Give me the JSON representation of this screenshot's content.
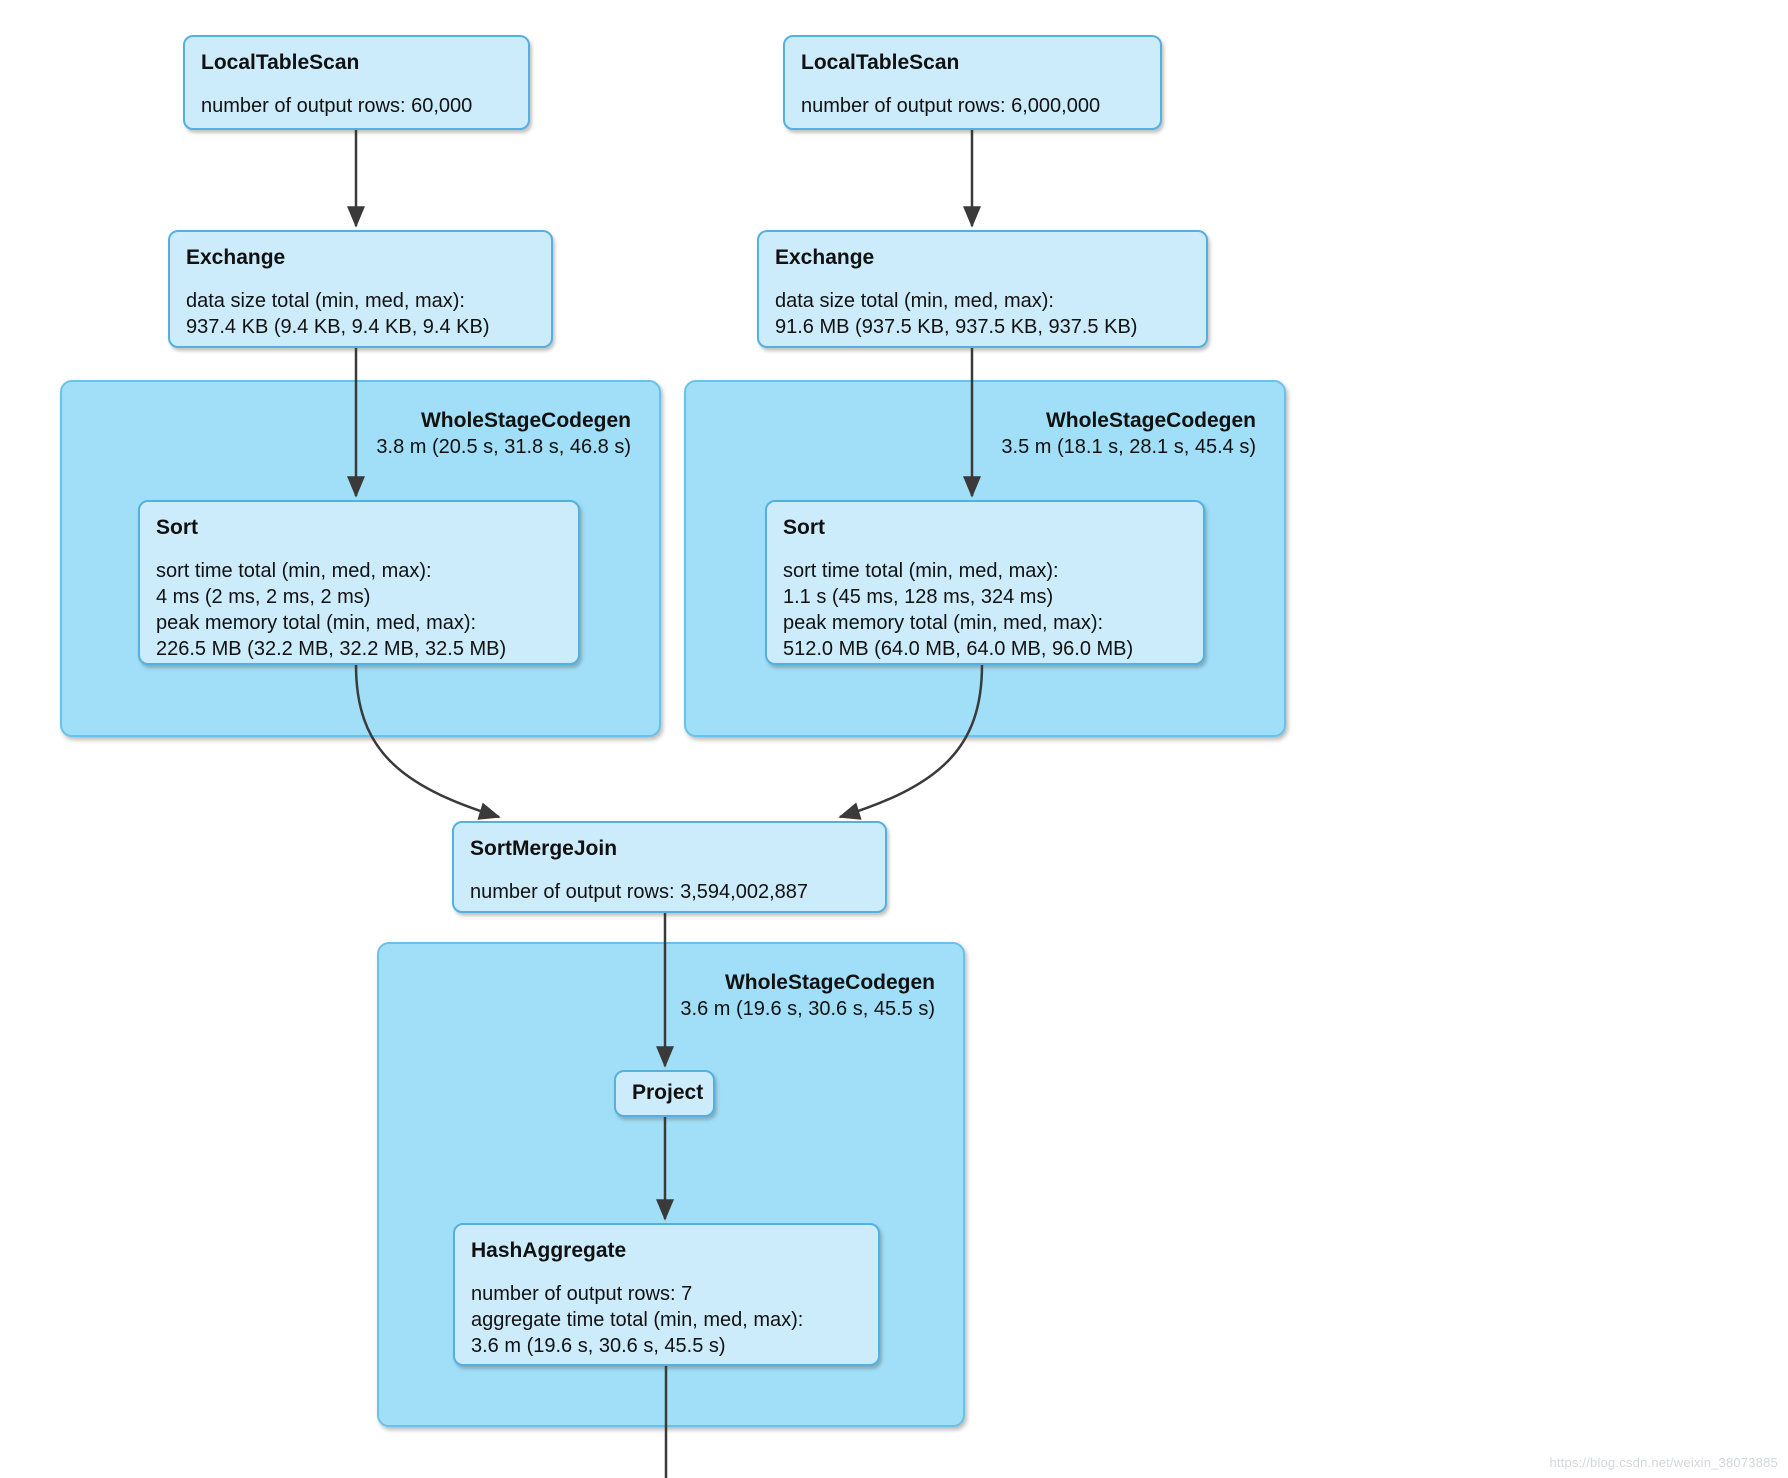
{
  "diagram_title": "Spark SQL query plan DAG",
  "colors": {
    "cluster_fill": "#a0dff7",
    "cluster_border": "#6ac2ec",
    "node_fill": "#cdecfb",
    "node_border": "#55b0e2",
    "arrow": "#3a3a3a",
    "watermark": "#d3d6db"
  },
  "nodes": {
    "scan_left": {
      "title": "LocalTableScan",
      "line1": "number of output rows: 60,000"
    },
    "scan_right": {
      "title": "LocalTableScan",
      "line1": "number of output rows: 6,000,000"
    },
    "exchange_left": {
      "title": "Exchange",
      "line1": "data size total (min, med, max):",
      "line2": "937.4 KB (9.4 KB, 9.4 KB, 9.4 KB)"
    },
    "exchange_right": {
      "title": "Exchange",
      "line1": "data size total (min, med, max):",
      "line2": "91.6 MB (937.5 KB, 937.5 KB, 937.5 KB)"
    },
    "codegen_left": {
      "title": "WholeStageCodegen",
      "duration": "3.8 m (20.5 s, 31.8 s, 46.8 s)"
    },
    "codegen_right": {
      "title": "WholeStageCodegen",
      "duration": "3.5 m (18.1 s, 28.1 s, 45.4 s)"
    },
    "sort_left": {
      "title": "Sort",
      "line1": "sort time total (min, med, max):",
      "line2": "4 ms (2 ms, 2 ms, 2 ms)",
      "line3": "peak memory total (min, med, max):",
      "line4": "226.5 MB (32.2 MB, 32.2 MB, 32.5 MB)"
    },
    "sort_right": {
      "title": "Sort",
      "line1": "sort time total (min, med, max):",
      "line2": "1.1 s (45 ms, 128 ms, 324 ms)",
      "line3": "peak memory total (min, med, max):",
      "line4": "512.0 MB (64.0 MB, 64.0 MB, 96.0 MB)"
    },
    "sort_merge_join": {
      "title": "SortMergeJoin",
      "line1": "number of output rows: 3,594,002,887"
    },
    "codegen_bottom": {
      "title": "WholeStageCodegen",
      "duration": "3.6 m (19.6 s, 30.6 s, 45.5 s)"
    },
    "project": {
      "title": "Project"
    },
    "hash_aggregate": {
      "title": "HashAggregate",
      "line1": "number of output rows: 7",
      "line2": "aggregate time total (min, med, max):",
      "line3": "3.6 m (19.6 s, 30.6 s, 45.5 s)"
    }
  },
  "edges": [
    {
      "from": "scan-left",
      "to": "exchange-left"
    },
    {
      "from": "scan-right",
      "to": "exchange-right"
    },
    {
      "from": "exchange-left",
      "to": "sort-left"
    },
    {
      "from": "exchange-right",
      "to": "sort-right"
    },
    {
      "from": "sort-left",
      "to": "sort-merge-join"
    },
    {
      "from": "sort-right",
      "to": "sort-merge-join"
    },
    {
      "from": "sort-merge-join",
      "to": "project"
    },
    {
      "from": "project",
      "to": "hash-aggregate"
    },
    {
      "from": "hash-aggregate",
      "to": "offscreen-below"
    }
  ],
  "watermark": "https://blog.csdn.net/weixin_38073885"
}
